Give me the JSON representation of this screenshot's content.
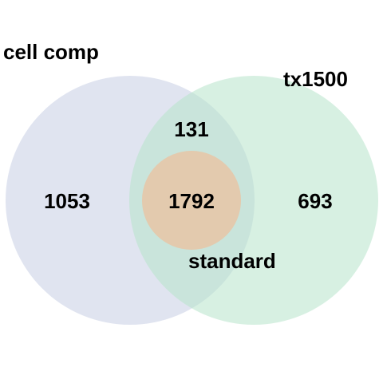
{
  "sets": [
    {
      "name": "cell comp",
      "color": "#c7cde4"
    },
    {
      "name": "tx1500",
      "color": "#bfe6d1"
    },
    {
      "name": "standard",
      "color": "#e8c5a6"
    }
  ],
  "regions": {
    "cell_comp_only": "1053",
    "cell_comp_and_tx1500": "131",
    "all_three": "1792",
    "tx1500_only": "693"
  }
}
